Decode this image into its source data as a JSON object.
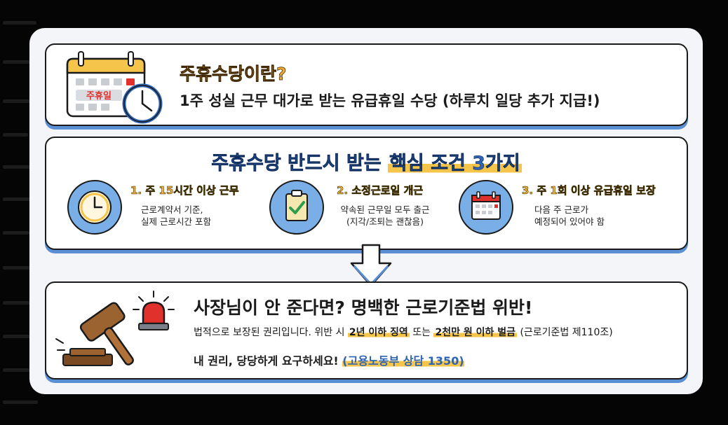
{
  "colors": {
    "accent_blue": "#5b8fd4",
    "accent_yellow": "#f5c44a",
    "alert_red": "#e0312c"
  },
  "intro": {
    "calendar_label": "주휴일",
    "title": "주휴수당이란?",
    "subtitle": "1주 성실 근무 대가로 받는 유급휴일 수당 (하루치 일당 추가 지급!)",
    "icons": [
      "calendar-icon",
      "clock-icon"
    ]
  },
  "conditions": {
    "title_part1": "주휴수당 반드시 받는 ",
    "title_part2": "핵심 조건 3가지",
    "items": [
      {
        "icon": "clock-icon",
        "title": "1. 주 15시간 이상 근무",
        "desc_line1": "근로계약서 기준,",
        "desc_line2": "실제 근로시간 포함"
      },
      {
        "icon": "clipboard-check-icon",
        "title": "2. 소정근로일 개근",
        "desc_line1": "약속된 근무일 모두 출근",
        "desc_line2": "(지각/조퇴는 괜찮음)"
      },
      {
        "icon": "calendar-icon",
        "title": "3. 주 1회 이상 유급휴일 보장",
        "desc_line1": "다음 주 근로가",
        "desc_line2": "예정되어 있어야 함"
      }
    ]
  },
  "warning": {
    "icons": [
      "gavel-icon",
      "siren-icon"
    ],
    "title": "사장님이 안 준다면? 명백한 근로기준법 위반!",
    "legal_prefix": "법적으로 보장된 권리입니다. 위반 시 ",
    "penalty_1": "2년 이하 징역",
    "legal_middle": " 또는 ",
    "penalty_2": "2천만 원 이하 벌금",
    "legal_suffix": " (근로기준법 제110조)",
    "cta_text": "내 권리, 당당하게 요구하세요! ",
    "hotline": "(고용노동부 상담 1350)"
  }
}
